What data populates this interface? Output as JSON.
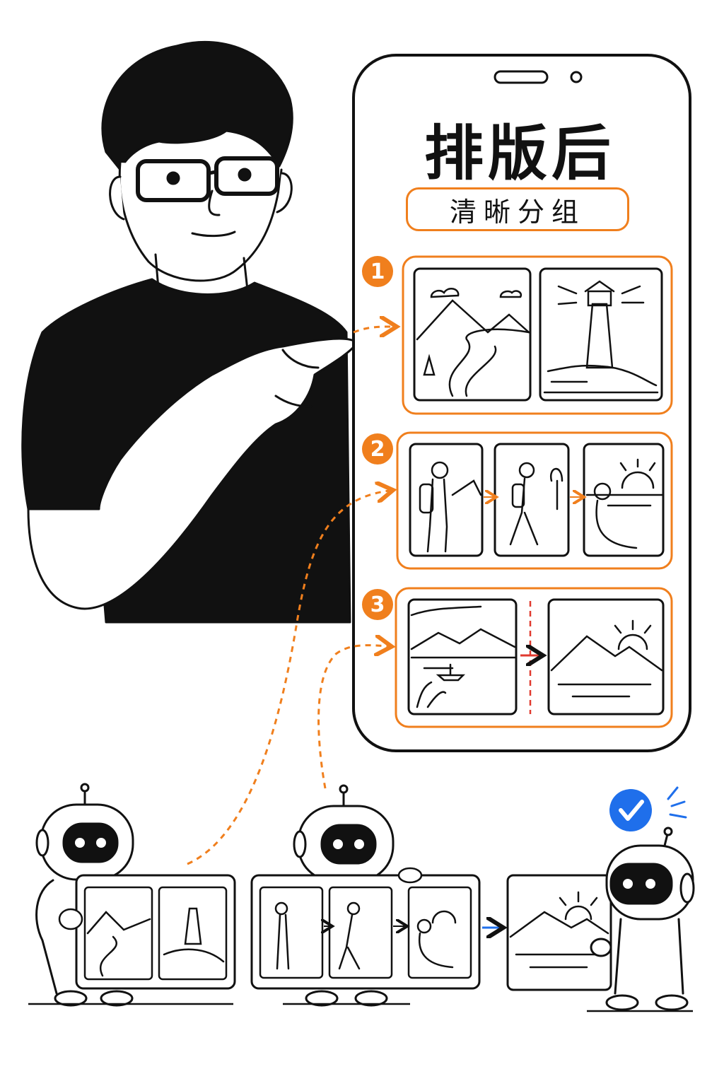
{
  "phone": {
    "title": "排版后",
    "subtitle": "清晰分组"
  },
  "steps": [
    {
      "number": "1"
    },
    {
      "number": "2"
    },
    {
      "number": "3"
    }
  ],
  "colors": {
    "accent": "#f07f1d",
    "ink": "#111111",
    "check": "#1f6feb",
    "divider_red": "#e03a2f"
  },
  "icons": [
    "person-pointing-illustration",
    "robot-icon",
    "check-badge-icon",
    "mountain-icon",
    "lighthouse-icon",
    "hiker-icon",
    "sunset-icon"
  ]
}
